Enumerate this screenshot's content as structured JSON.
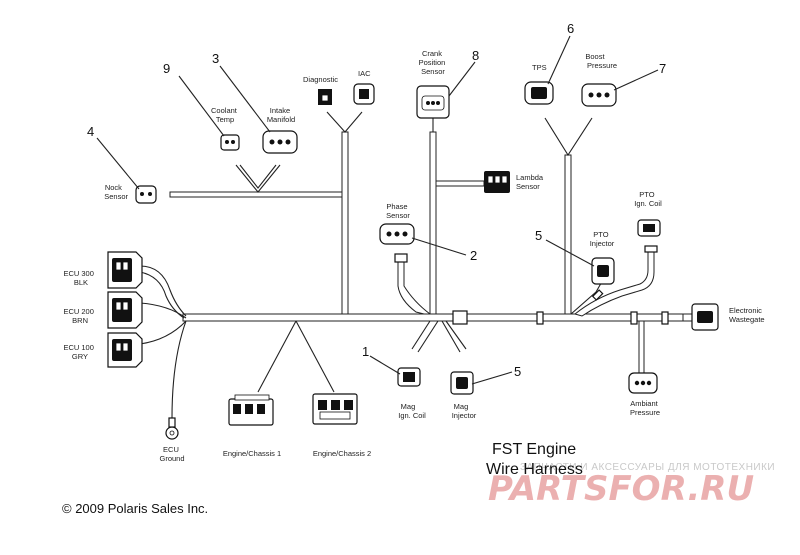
{
  "title": {
    "line1": "FST Engine",
    "line2": "Wire Harness"
  },
  "copyright": "© 2009 Polaris Sales Inc.",
  "watermark": {
    "brand": "PARTSFOR.RU",
    "tagline": "ЗАПЧАСТИ И АКСЕССУАРЫ ДЛЯ МОТОТЕХНИКИ"
  },
  "callouts": {
    "n9": "9",
    "n3": "3",
    "n4": "4",
    "n8": "8",
    "n6": "6",
    "n7": "7",
    "n2": "2",
    "n5a": "5",
    "n1": "1",
    "n5b": "5"
  },
  "labels": {
    "coolant_temp": [
      "Coolant",
      "Temp"
    ],
    "intake_manifold": [
      "Intake",
      "Manifold"
    ],
    "diagnostic": "Diagnostic",
    "iac": "IAC",
    "crank_position": [
      "Crank",
      "Position",
      "Sensor"
    ],
    "tps": "TPS",
    "boost_pressure": [
      "Boost",
      "Pressure"
    ],
    "knock_sensor": [
      "Nock",
      "Sensor"
    ],
    "lambda_sensor": [
      "Lambda",
      "Sensor"
    ],
    "phase_sensor": [
      "Phase",
      "Sensor"
    ],
    "pto_ign_coil": [
      "PTO",
      "Ign. Coil"
    ],
    "pto_injector": [
      "PTO",
      "Injector"
    ],
    "ecu300": [
      "ECU 300",
      "BLK"
    ],
    "ecu200": [
      "ECU 200",
      "BRN"
    ],
    "ecu100": [
      "ECU 100",
      "GRY"
    ],
    "electronic_wastegate": [
      "Electronic",
      "Wastegate"
    ],
    "ambient_pressure": [
      "Ambiant",
      "Pressure"
    ],
    "mag_ign_coil": [
      "Mag",
      "Ign. Coil"
    ],
    "mag_injector": [
      "Mag",
      "Injector"
    ],
    "ecu_ground": [
      "ECU",
      "Ground"
    ],
    "engine_chassis_1": "Engine/Chassis 1",
    "engine_chassis_2": "Engine/Chassis 2"
  },
  "colors": {
    "watermark": "#e8a3a3",
    "line": "#222222"
  }
}
